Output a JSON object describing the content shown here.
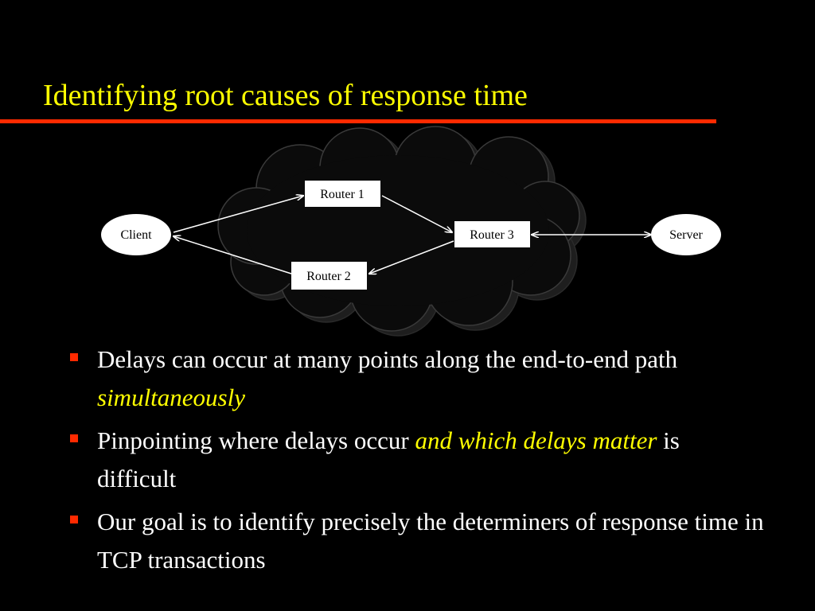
{
  "slide": {
    "title": "Identifying root causes of response time",
    "colors": {
      "background": "#000000",
      "title": "#FFFF00",
      "accent": "#FF2A00",
      "body_text": "#FFFFFF",
      "emphasis": "#FFFF00"
    }
  },
  "diagram": {
    "cloud": "cloud-shape",
    "nodes": {
      "client": "Client",
      "router1": "Router 1",
      "router2": "Router 2",
      "router3": "Router 3",
      "server": "Server"
    },
    "edges": [
      {
        "from": "Client",
        "to": "Router 1"
      },
      {
        "from": "Router 1",
        "to": "Router 3"
      },
      {
        "from": "Router 3",
        "to": "Router 2"
      },
      {
        "from": "Router 2",
        "to": "Client"
      },
      {
        "from": "Router 3",
        "to": "Server",
        "bidirectional": true
      }
    ]
  },
  "bullets": [
    {
      "text": "Delays can occur at many points along the end-to-end path ",
      "emphasis": "simultaneously",
      "tail": ""
    },
    {
      "text": "Pinpointing where delays occur ",
      "emphasis": "and which delays matter",
      "tail": " is difficult"
    },
    {
      "text": "Our goal is to identify precisely the determiners of response time in TCP transactions",
      "emphasis": "",
      "tail": ""
    }
  ]
}
